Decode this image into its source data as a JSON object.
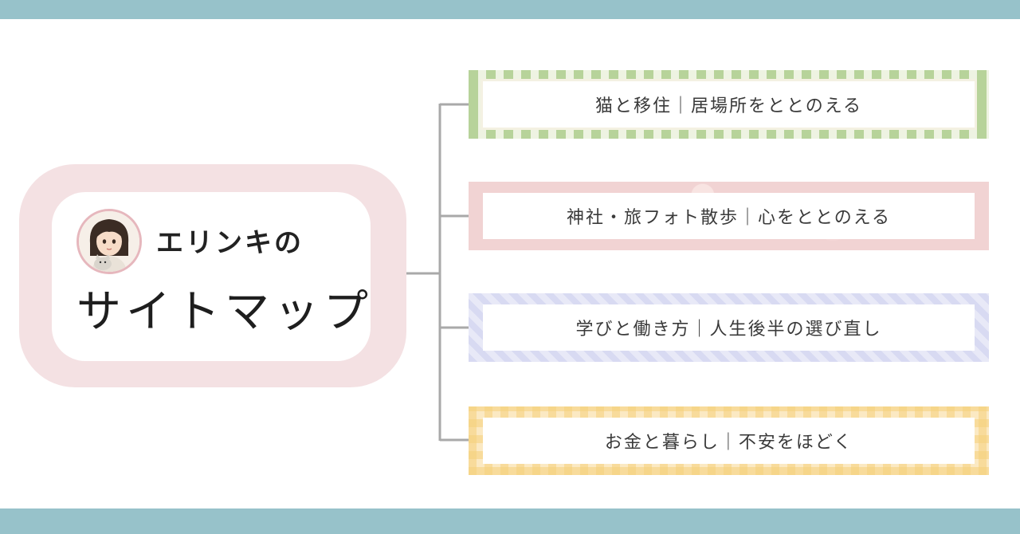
{
  "title_card": {
    "author": "エリンキの",
    "title": "サイトマップ"
  },
  "categories": [
    {
      "label": "猫と移住｜居場所をととのえる"
    },
    {
      "label": "神社・旅フォト散歩｜心をととのえる"
    },
    {
      "label": "学びと働き方｜人生後半の選び直し"
    },
    {
      "label": "お金と暮らし｜不安をほどく"
    }
  ],
  "colors": {
    "band": "#97c2ca",
    "title_frame": "#f4e1e3",
    "category_1": "#b7d39a",
    "category_2": "#f1d3d3",
    "category_3": "#d8daf2",
    "category_4": "#fbe9c3",
    "connector": "#a9a9a9"
  }
}
